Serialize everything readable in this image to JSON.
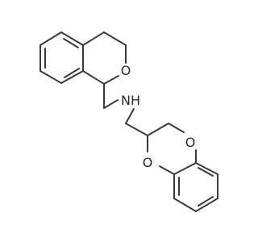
{
  "molecule": {
    "atoms": {
      "ring_oxygen_top": "O",
      "amine_nitrogen": "N",
      "amine_hydrogen": "H",
      "dioxane_oxygen_right": "O",
      "dioxane_oxygen_left": "O"
    },
    "colors": {
      "bond": "#3a3a3a",
      "label": "#2a2a2a",
      "background": "#ffffff"
    }
  }
}
